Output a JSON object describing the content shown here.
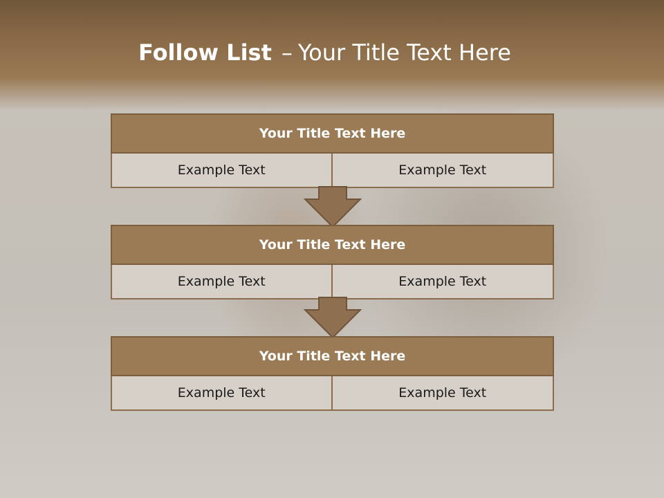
{
  "slide": {
    "title_bold": "Follow List",
    "title_sep": "–",
    "title_rest": "Your Title Text Here"
  },
  "blocks": [
    {
      "title": "Your Title Text Here",
      "left": "Example Text",
      "right": "Example Text"
    },
    {
      "title": "Your Title Text Here",
      "left": "Example Text",
      "right": "Example Text"
    },
    {
      "title": "Your Title Text Here",
      "left": "Example Text",
      "right": "Example Text"
    }
  ],
  "colors": {
    "header": "#876845",
    "title_bar": "#9a7b56",
    "cell": "#d6d0c9",
    "arrow": "#8e7050"
  }
}
